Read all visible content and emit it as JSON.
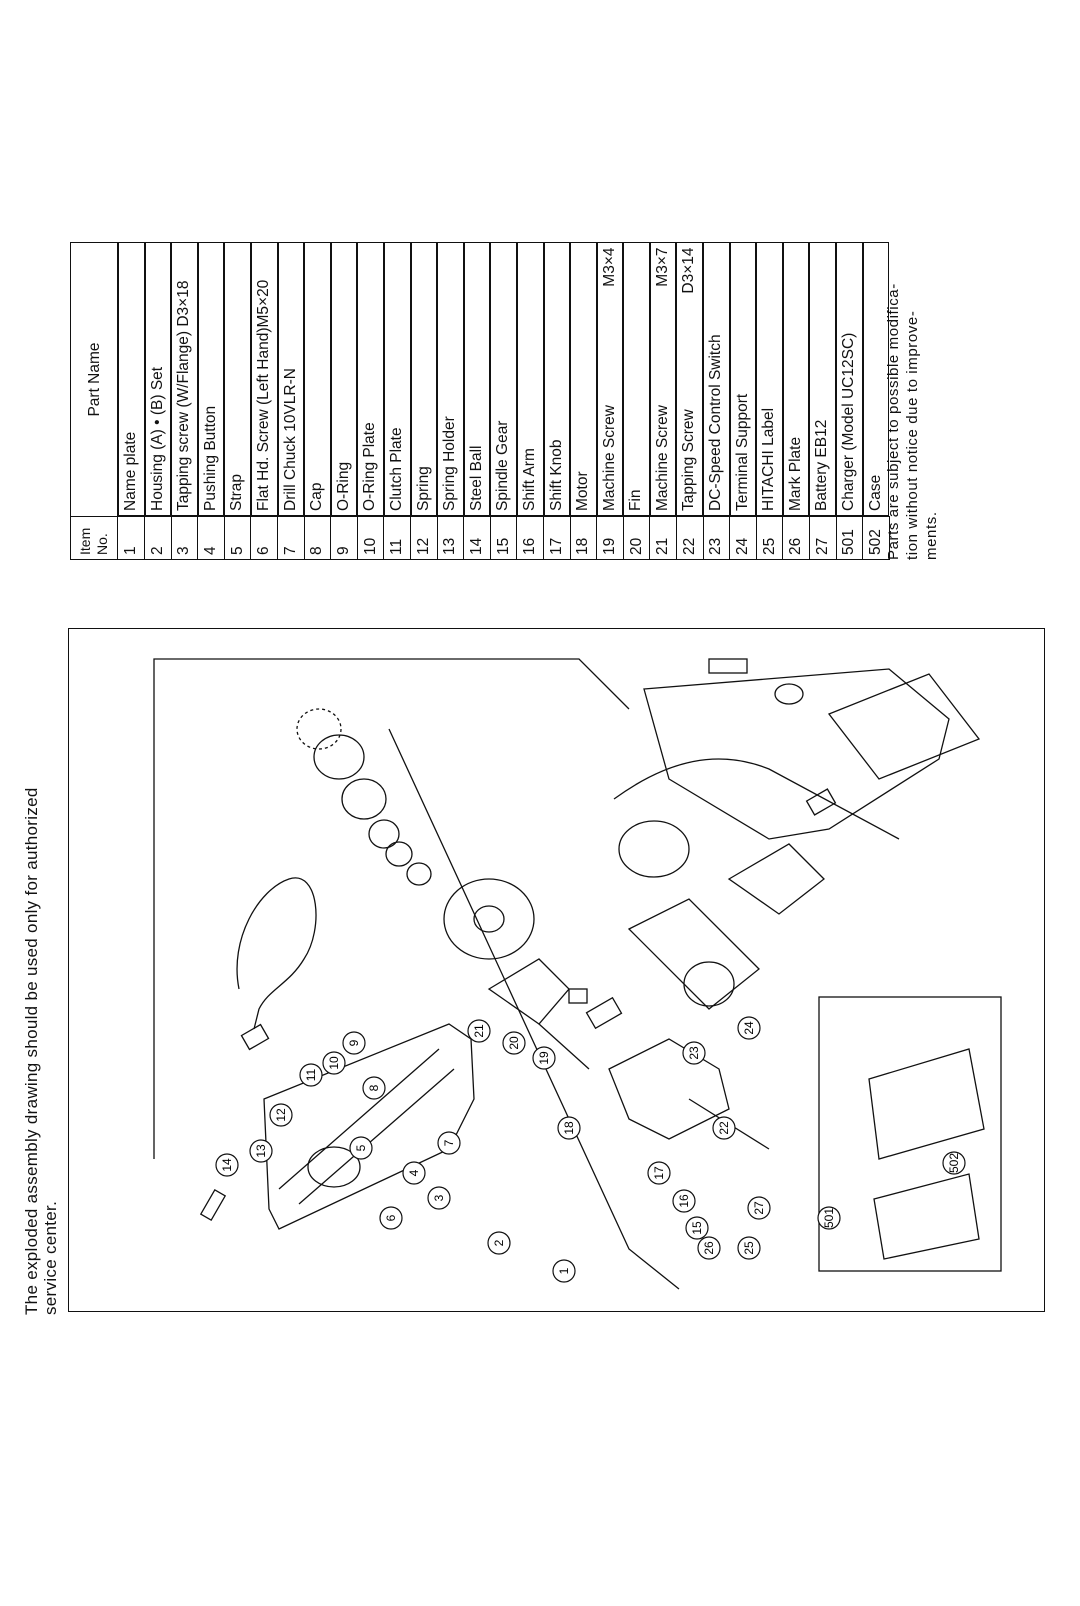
{
  "note": {
    "line1": "The exploded assembly drawing should be used only for authorized",
    "line2": "service center."
  },
  "table": {
    "header_item_line1": "Item",
    "header_item_line2": "No.",
    "header_name": "Part Name",
    "rows": [
      {
        "no": "1",
        "name": "Name plate",
        "spec": ""
      },
      {
        "no": "2",
        "name": "Housing (A) • (B) Set",
        "spec": ""
      },
      {
        "no": "3",
        "name": "Tapping screw (W/Flange) D3×18",
        "spec": ""
      },
      {
        "no": "4",
        "name": "Pushing Button",
        "spec": ""
      },
      {
        "no": "5",
        "name": "Strap",
        "spec": ""
      },
      {
        "no": "6",
        "name": "Flat Hd. Screw (Left Hand)M5×20",
        "spec": ""
      },
      {
        "no": "7",
        "name": "Drill Chuck 10VLR-N",
        "spec": ""
      },
      {
        "no": "8",
        "name": "Cap",
        "spec": ""
      },
      {
        "no": "9",
        "name": "O-Ring",
        "spec": ""
      },
      {
        "no": "10",
        "name": "O-Ring Plate",
        "spec": ""
      },
      {
        "no": "11",
        "name": "Clutch Plate",
        "spec": ""
      },
      {
        "no": "12",
        "name": "Spring",
        "spec": ""
      },
      {
        "no": "13",
        "name": "Spring Holder",
        "spec": ""
      },
      {
        "no": "14",
        "name": "Steel Ball",
        "spec": ""
      },
      {
        "no": "15",
        "name": "Spindle Gear",
        "spec": ""
      },
      {
        "no": "16",
        "name": "Shift Arm",
        "spec": ""
      },
      {
        "no": "17",
        "name": "Shift Knob",
        "spec": ""
      },
      {
        "no": "18",
        "name": "Motor",
        "spec": ""
      },
      {
        "no": "19",
        "name": "Machine Screw",
        "spec": "M3×4"
      },
      {
        "no": "20",
        "name": "Fin",
        "spec": ""
      },
      {
        "no": "21",
        "name": "Machine Screw",
        "spec": "M3×7"
      },
      {
        "no": "22",
        "name": "Tapping Screw",
        "spec": "D3×14"
      },
      {
        "no": "23",
        "name": "DC-Speed Control Switch",
        "spec": ""
      },
      {
        "no": "24",
        "name": "Terminal Support",
        "spec": ""
      },
      {
        "no": "25",
        "name": "HITACHI Label",
        "spec": ""
      },
      {
        "no": "26",
        "name": "Mark Plate",
        "spec": ""
      },
      {
        "no": "27",
        "name": "Battery EB12",
        "spec": ""
      },
      {
        "no": "501",
        "name": "Charger (Model UC12SC)",
        "spec": ""
      },
      {
        "no": "502",
        "name": "Case",
        "spec": ""
      }
    ]
  },
  "footnote": {
    "line1": "Parts are subject to possible modifica-",
    "line2": "tion without notice due to improve-",
    "line3": "ments."
  },
  "callouts": [
    "1",
    "2",
    "3",
    "4",
    "5",
    "6",
    "7",
    "8",
    "9",
    "10",
    "11",
    "12",
    "13",
    "14",
    "15",
    "16",
    "17",
    "18",
    "19",
    "20",
    "21",
    "22",
    "23",
    "24",
    "25",
    "26",
    "27",
    "501",
    "502"
  ]
}
